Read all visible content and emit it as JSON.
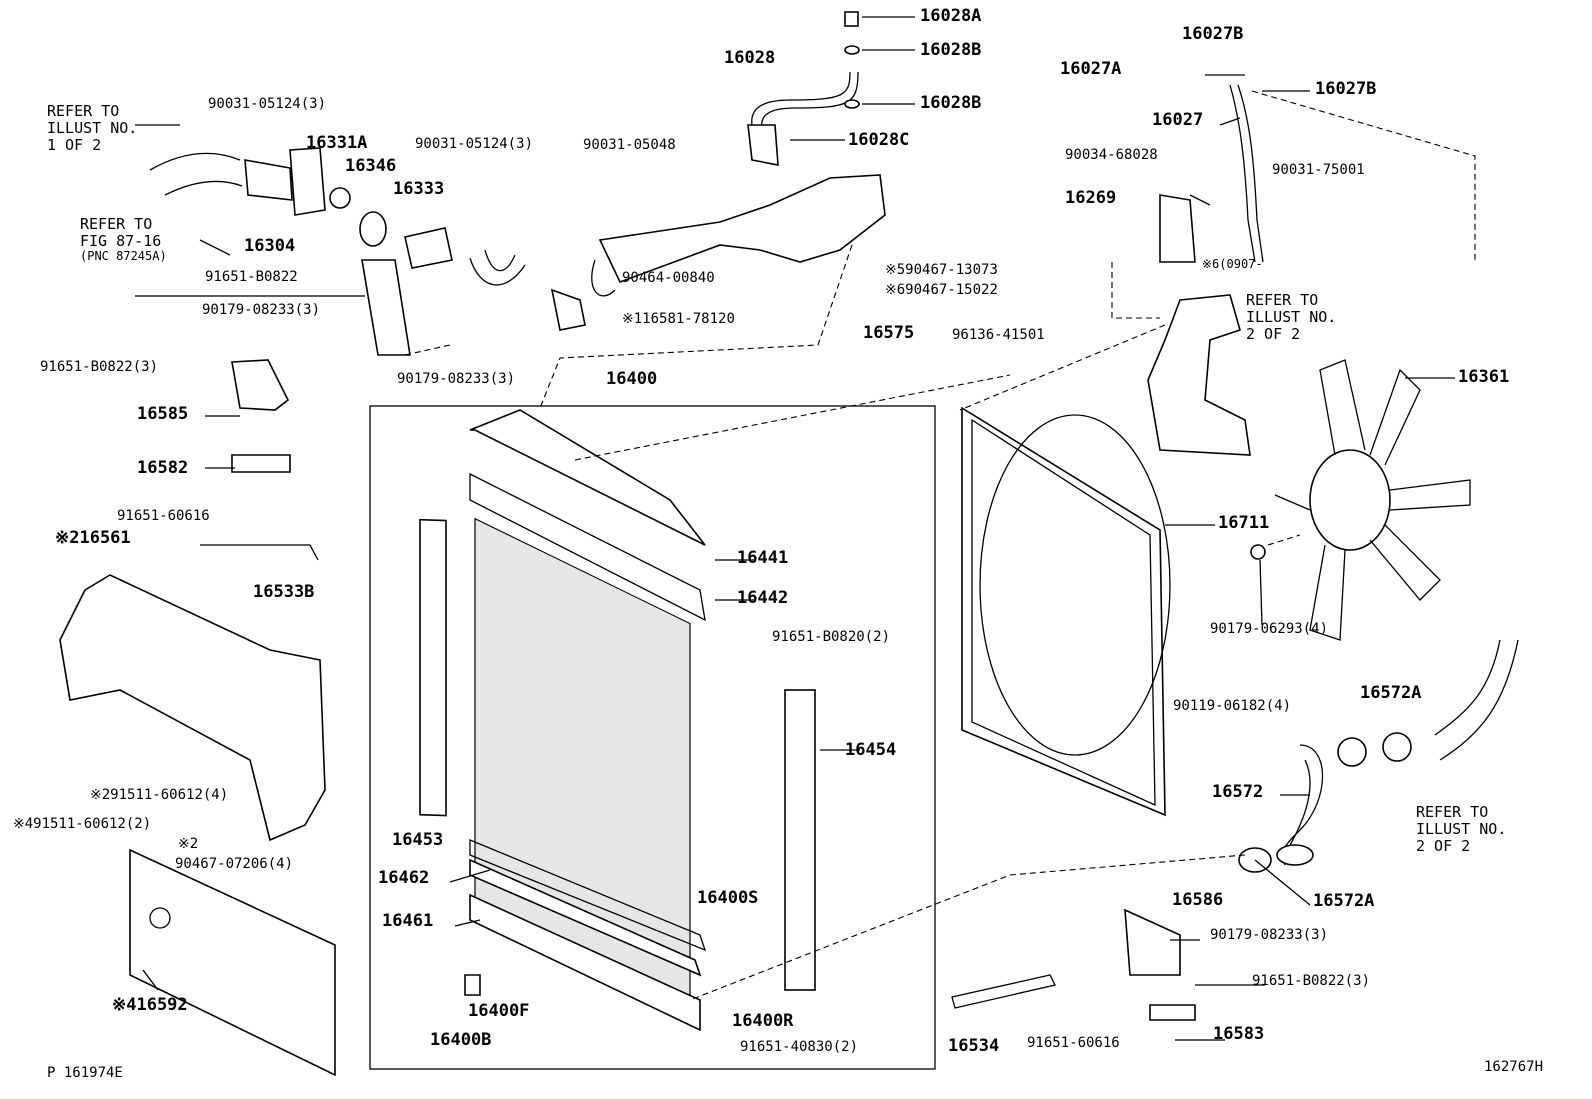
{
  "diagram": {
    "figure_id": "162767H",
    "page_ref": "P 161974E"
  },
  "references": {
    "refer_illust_1_of_2": "REFER TO\nILLUST NO.\n1 OF 2",
    "refer_fig_87_16": "REFER TO\nFIG 87-16",
    "pnc_87245a": "(PNC 87245A)",
    "refer_illust_2_of_2_top": "REFER TO\nILLUST NO.\n2 OF 2",
    "refer_illust_2_of_2_bottom": "REFER TO\nILLUST NO.\n2 OF 2"
  },
  "parts": {
    "p16028A": "16028A",
    "p16028B_a": "16028B",
    "p16028": "16028",
    "p16028B_b": "16028B",
    "p16028C": "16028C",
    "p90031_05048": "90031-05048",
    "p16027B_a": "16027B",
    "p16027A": "16027A",
    "p16027B_b": "16027B",
    "p16027": "16027",
    "p90034_68028": "90034-68028",
    "p90031_75001": "90031-75001",
    "p16269": "16269",
    "p90907_cut": "※6(0907-",
    "p90031_05124_a": "90031-05124(3)",
    "p16331A": "16331A",
    "p16346": "16346",
    "p90031_05124_b": "90031-05124(3)",
    "p16333": "16333",
    "p16304": "16304",
    "p91651_B0822_a": "91651-B0822",
    "p90464_00840": "90464-00840",
    "p90467_13073": "※590467-13073",
    "p90467_15022": "※690467-15022",
    "p16581_78120": "※116581-78120",
    "p90179_08233_a": "90179-08233(3)",
    "p91651_B0822_b": "91651-B0822(3)",
    "p90179_08233_b": "90179-08233(3)",
    "p16575": "16575",
    "p96136_41501": "96136-41501",
    "p16361": "16361",
    "p16400": "16400",
    "p16585": "16585",
    "p16582": "16582",
    "p91651_60616_a": "91651-60616",
    "p16561": "※216561",
    "p16533B": "16533B",
    "p16441": "16441",
    "p16442": "16442",
    "p16711": "16711",
    "p90179_06293": "90179-06293(4)",
    "p91651_B0820": "91651-B0820(2)",
    "p16454": "16454",
    "p90119_06182": "90119-06182(4)",
    "p16572A_a": "16572A",
    "p91511_60612_a": "※291511-60612(4)",
    "p91511_60612_b": "※491511-60612(2)",
    "p_note2": "※2",
    "p90467_07206": "90467-07206(4)",
    "p16453": "16453",
    "p16462": "16462",
    "p16400S": "16400S",
    "p16572": "16572",
    "p16461": "16461",
    "p16572A_b": "16572A",
    "p16586": "16586",
    "p90179_08233_c": "90179-08233(3)",
    "p16592": "※416592",
    "p16400F": "16400F",
    "p16400R": "16400R",
    "p91651_B0822_c": "91651-B0822(3)",
    "p16534": "16534",
    "p16400B": "16400B",
    "p91651_40830": "91651-40830(2)",
    "p91651_60616_b": "91651-60616",
    "p16583": "16583"
  }
}
